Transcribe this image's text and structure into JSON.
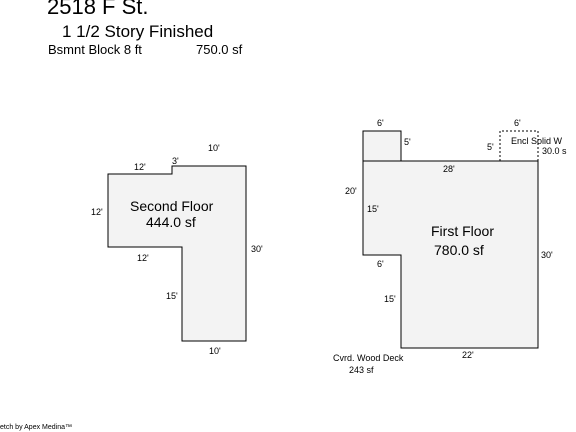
{
  "header": {
    "address": "2518 F St.",
    "style": "1 1/2 Story Finished",
    "basement_label": "Bsmnt Block 8 ft",
    "basement_area": "750.0 sf"
  },
  "second_floor": {
    "name": "Second Floor",
    "area": "444.0 sf",
    "dims": {
      "top_left": "12'",
      "notch": "3'",
      "top_right": "10'",
      "left": "12'",
      "right": "30'",
      "mid_bottom": "12'",
      "lower_left": "15'",
      "bottom": "10'"
    }
  },
  "first_floor": {
    "name": "First Floor",
    "area": "780.0 sf",
    "dims": {
      "bump_top": "6'",
      "bump_side": "5'",
      "top": "28'",
      "left_upper": "20'",
      "left_inner": "15'",
      "right": "30'",
      "step": "6'",
      "left_lower": "15'",
      "bottom": "22'"
    }
  },
  "enclosure": {
    "top": "6'",
    "side": "5'",
    "label": "Encl Solid W",
    "area": "30.0 s"
  },
  "deck": {
    "label": "Cvrd. Wood Deck",
    "area": "243 sf"
  },
  "footer": {
    "credit": "etch by Apex Medina™"
  }
}
